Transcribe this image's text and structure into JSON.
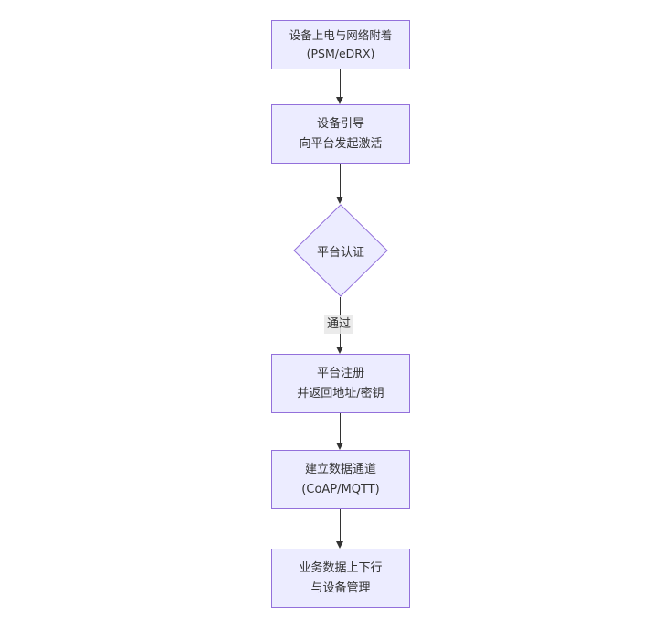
{
  "diagram": {
    "type": "flowchart-top-down",
    "nodes": [
      {
        "id": "A",
        "shape": "rect",
        "line1": "设备上电与网络附着",
        "line2": "(PSM/eDRX)"
      },
      {
        "id": "B",
        "shape": "rect",
        "line1": "设备引导",
        "line2": "向平台发起激活"
      },
      {
        "id": "C",
        "shape": "diamond",
        "label": "平台认证"
      },
      {
        "id": "D",
        "shape": "rect",
        "line1": "平台注册",
        "line2": "并返回地址/密钥"
      },
      {
        "id": "E",
        "shape": "rect",
        "line1": "建立数据通道",
        "line2": "(CoAP/MQTT)"
      },
      {
        "id": "F",
        "shape": "rect",
        "line1": "业务数据上下行",
        "line2": "与设备管理"
      }
    ],
    "edges": [
      {
        "from": "A",
        "to": "B"
      },
      {
        "from": "B",
        "to": "C"
      },
      {
        "from": "C",
        "to": "D",
        "label": "通过"
      },
      {
        "from": "D",
        "to": "E"
      },
      {
        "from": "E",
        "to": "F"
      }
    ],
    "colors": {
      "node_fill": "#ECECFF",
      "node_border": "#9370DB",
      "text": "#333333",
      "arrow": "#333333",
      "edge_label_bg": "#e8e8e8",
      "background": "#ffffff"
    }
  }
}
